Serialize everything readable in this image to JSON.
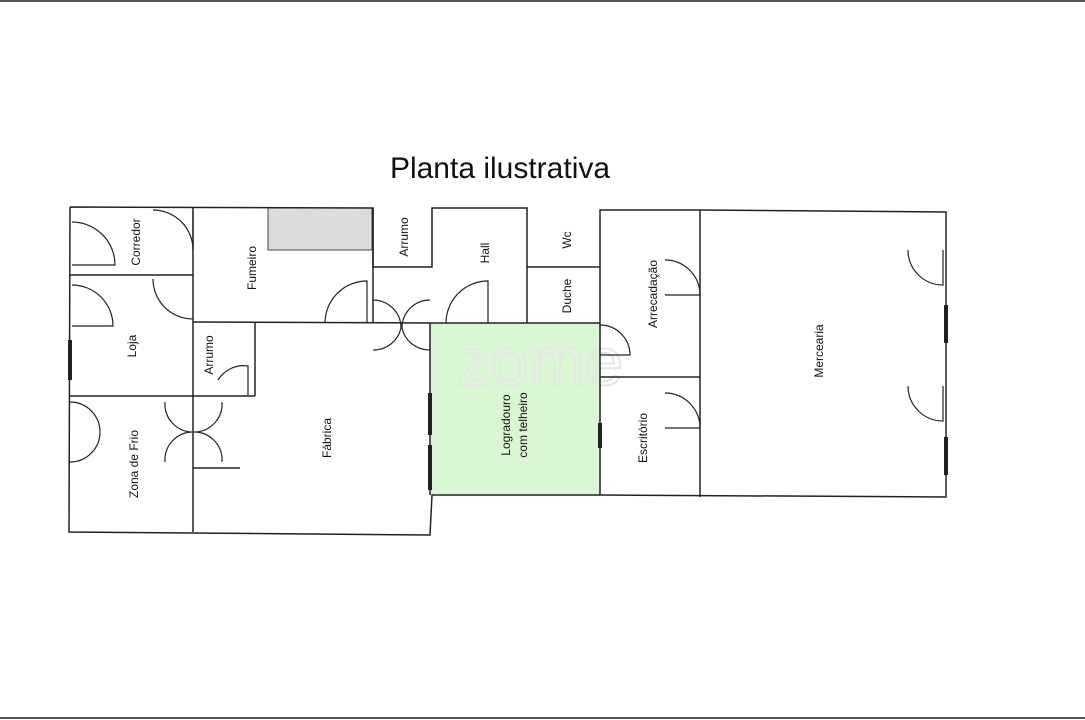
{
  "title": "Planta ilustrativa",
  "watermark": "zome",
  "rooms": {
    "corredor": "Corredor",
    "fumeiro": "Fumeiro",
    "arrumo_top": "Arrumo",
    "hall": "Hall",
    "wc": "Wc",
    "duche": "Duche",
    "arrecadacao": "Arrecadação",
    "mercearia": "Mercearia",
    "loja": "Loja",
    "arrumo_mid": "Arrumo",
    "zona_frio": "Zona de Frio",
    "fabrica": "Fábrica",
    "logradouro_1": "Logradouro",
    "logradouro_2": "com telheiro",
    "escritorio": "Escritório"
  },
  "colors": {
    "wall": "#222222",
    "courtyard_fill": "#d9f7d2",
    "chimney_fill": "#dcdcdc",
    "watermark": "#eeeeee"
  }
}
